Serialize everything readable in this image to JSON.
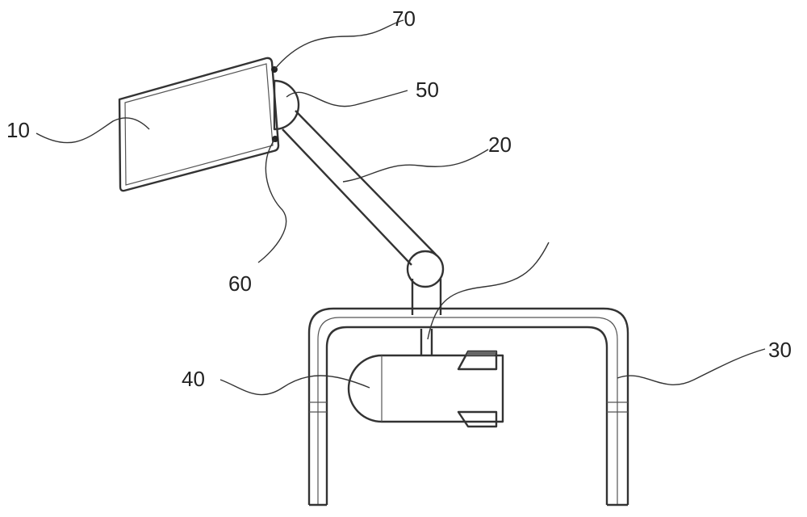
{
  "figure": {
    "labels": {
      "screen": "10",
      "arm": "20",
      "frame": "30",
      "camera": "40",
      "ball_joint": "50",
      "lower_contact": "60",
      "upper_contact": "70"
    }
  }
}
